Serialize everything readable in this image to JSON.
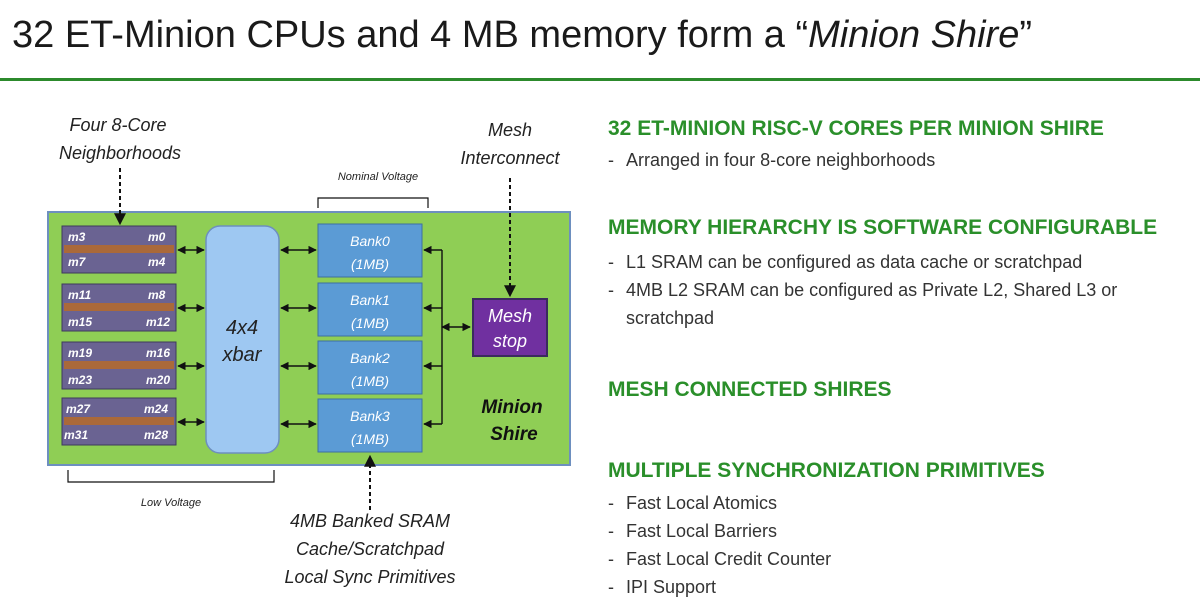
{
  "title": {
    "prefix": "32 ET-Minion CPUs and 4 MB memory form a “",
    "italic": "Minion Shire",
    "suffix": "”"
  },
  "diagram": {
    "callouts": {
      "neighborhoods": [
        "Four 8-Core",
        "Neighborhoods"
      ],
      "mesh": [
        "Mesh",
        "Interconnect"
      ],
      "nominal_voltage": "Nominal Voltage",
      "low_voltage": "Low Voltage",
      "sram": [
        "4MB Banked SRAM",
        "Cache/Scratchpad",
        "Local Sync Primitives"
      ]
    },
    "neighborhoods": [
      {
        "tl": "m3",
        "tr": "m0",
        "bl": "m7",
        "br": "m4"
      },
      {
        "tl": "m11",
        "tr": "m8",
        "bl": "m15",
        "br": "m12"
      },
      {
        "tl": "m19",
        "tr": "m16",
        "bl": "m23",
        "br": "m20"
      },
      {
        "tl": "m27",
        "tr": "m24",
        "bl": "m31",
        "br": "m28"
      }
    ],
    "xbar": [
      "4x4",
      "xbar"
    ],
    "banks": [
      {
        "name": "Bank0",
        "size": "(1MB)"
      },
      {
        "name": "Bank1",
        "size": "(1MB)"
      },
      {
        "name": "Bank2",
        "size": "(1MB)"
      },
      {
        "name": "Bank3",
        "size": "(1MB)"
      }
    ],
    "mesh_stop": [
      "Mesh",
      "stop"
    ],
    "shire_label": [
      "Minion",
      "Shire"
    ],
    "colors": {
      "shire_fill": "#8fce55",
      "shire_border": "#6d8fbf",
      "xbar_fill": "#9ec8f2",
      "bank_fill": "#5b9bd5",
      "mesh_fill": "#7030a0",
      "core_fill": "#6a6392"
    }
  },
  "sections": [
    {
      "heading": "32 ET-MINION RISC-V CORES PER MINION SHIRE",
      "bullets": [
        "Arranged in four 8-core neighborhoods"
      ]
    },
    {
      "heading": "MEMORY HIERARCHY IS SOFTWARE CONFIGURABLE",
      "bullets": [
        "L1 SRAM can be configured as data cache or scratchpad",
        "4MB L2 SRAM can be configured as Private L2, Shared L3 or scratchpad"
      ]
    },
    {
      "heading": "MESH CONNECTED SHIRES",
      "bullets": []
    },
    {
      "heading": "MULTIPLE SYNCHRONIZATION PRIMITIVES",
      "bullets": [
        "Fast Local Atomics",
        "Fast Local Barriers",
        "Fast Local Credit Counter",
        "IPI Support"
      ]
    }
  ]
}
